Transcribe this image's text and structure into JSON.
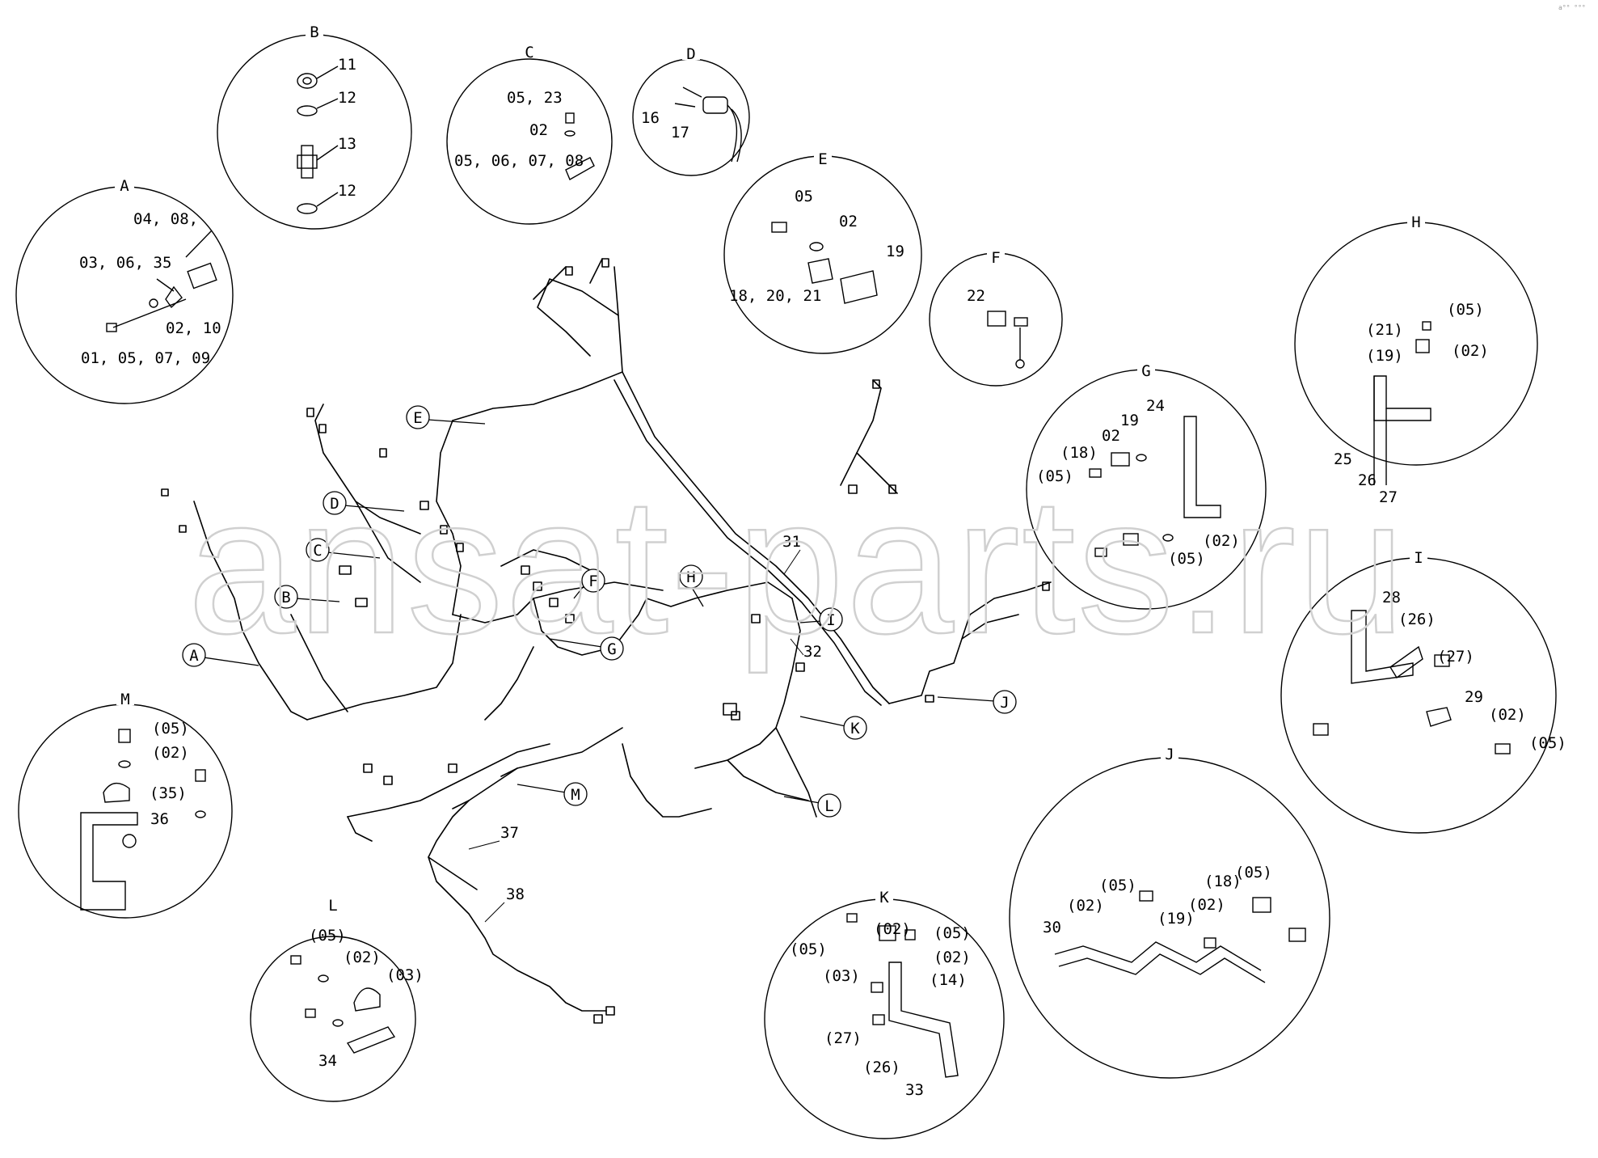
{
  "corner_mark": "a°° °°°",
  "watermark": "ansat-parts.ru",
  "details": [
    {
      "id": "A",
      "title": "A",
      "labels": [
        "04, 08,",
        "03, 06, 35",
        "02, 10",
        "01, 05, 07, 09"
      ]
    },
    {
      "id": "B",
      "title": "B",
      "labels": [
        "11",
        "12",
        "13",
        "12"
      ]
    },
    {
      "id": "C",
      "title": "C",
      "labels": [
        "05, 23",
        "02",
        "05, 06, 07, 08"
      ]
    },
    {
      "id": "D",
      "title": "D",
      "labels": [
        "16",
        "17"
      ]
    },
    {
      "id": "E",
      "title": "E",
      "labels": [
        "05",
        "02",
        "19",
        "18, 20, 21"
      ]
    },
    {
      "id": "F",
      "title": "F",
      "labels": [
        "22"
      ]
    },
    {
      "id": "G",
      "title": "G",
      "labels": [
        "24",
        "19",
        "02",
        "(18)",
        "(05)",
        "(02)",
        "(05)"
      ]
    },
    {
      "id": "H",
      "title": "H",
      "labels": [
        "(05)",
        "(21)",
        "(19)",
        "(02)",
        "25",
        "26",
        "27"
      ]
    },
    {
      "id": "I",
      "title": "I",
      "labels": [
        "28",
        "(26)",
        "(27)",
        "29",
        "(02)",
        "(05)"
      ]
    },
    {
      "id": "J",
      "title": "J",
      "labels": [
        "(05)",
        "(02)",
        "(18)",
        "(05)",
        "(19)",
        "(02)",
        "30"
      ]
    },
    {
      "id": "K",
      "title": "K",
      "labels": [
        "(02)",
        "(05)",
        "(05)",
        "(02)",
        "(03)",
        "(14)",
        "(27)",
        "(26)",
        "33"
      ]
    },
    {
      "id": "L",
      "title": "L",
      "labels": [
        "(05)",
        "(02)",
        "(03)",
        "34"
      ]
    },
    {
      "id": "M",
      "title": "M",
      "labels": [
        "(05)",
        "(02)",
        "(35)",
        "36"
      ]
    }
  ],
  "callouts": [
    "A",
    "B",
    "C",
    "D",
    "E",
    "F",
    "G",
    "H",
    "I",
    "J",
    "K",
    "L",
    "M"
  ],
  "main_labels": [
    "31",
    "32",
    "37",
    "38"
  ]
}
